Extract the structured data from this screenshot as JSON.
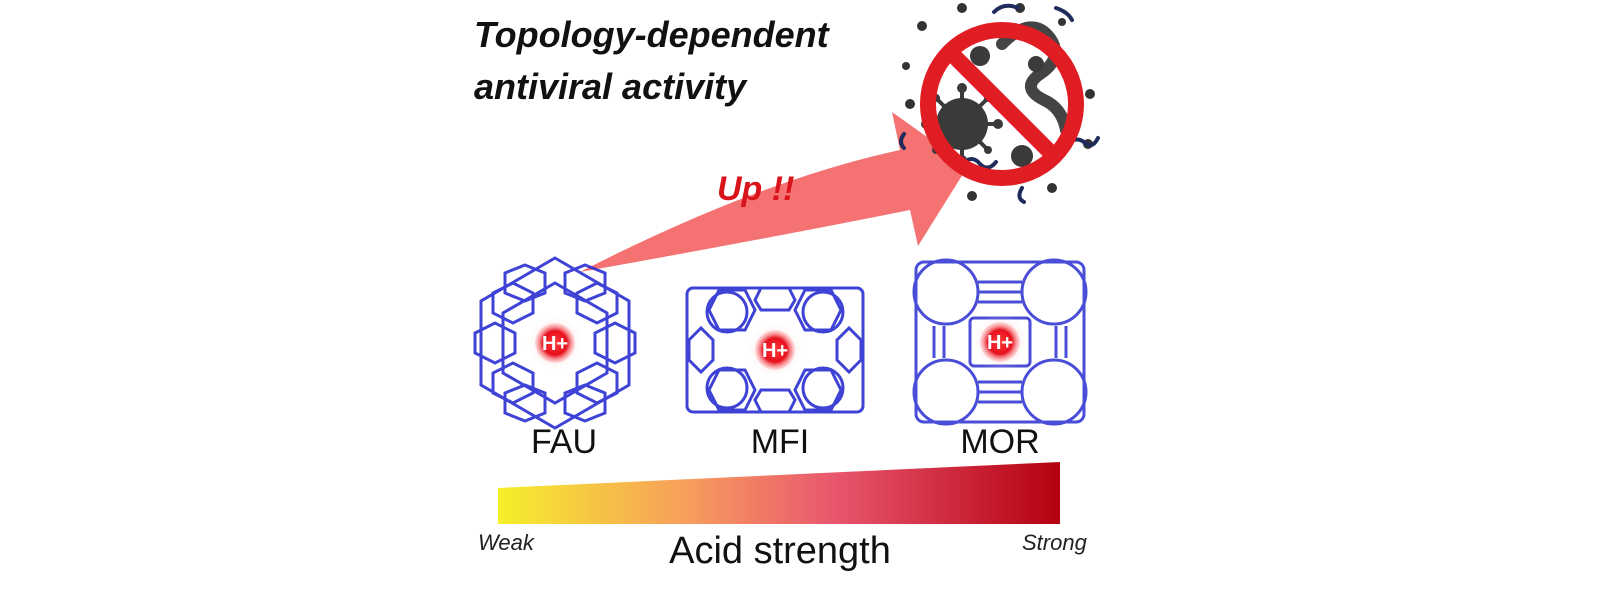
{
  "title": {
    "line1": "Topology-dependent",
    "line2": "antiviral activity"
  },
  "arrow_label": "Up !!",
  "frameworks": [
    {
      "name": "FAU",
      "proton": "H+"
    },
    {
      "name": "MFI",
      "proton": "H+"
    },
    {
      "name": "MOR",
      "proton": "H+"
    }
  ],
  "acid_scale": {
    "axis_label": "Acid strength",
    "low_label": "Weak",
    "high_label": "Strong",
    "colors": [
      "#f5ef2a",
      "#f79a5e",
      "#e8566e",
      "#b4000f"
    ]
  },
  "virus_icon": "virus-prohibited-icon",
  "colors": {
    "framework": "#2b2fd1",
    "arrow": "#f46a6a",
    "prohibit": "#e11d24",
    "virus": "#3a3a3a"
  }
}
